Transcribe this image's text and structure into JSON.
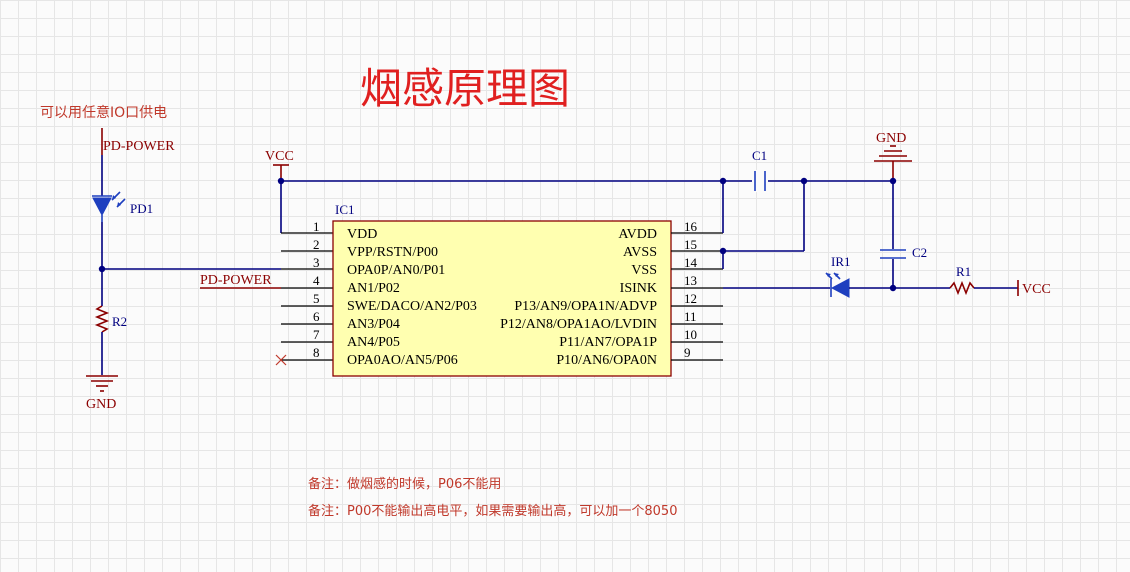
{
  "title": "烟感原理图",
  "left_note": "可以用任意IO口供电",
  "notes": [
    "备注：做烟感的时候，P06不能用",
    "备注：P00不能输出高电平，如果需要输出高，可以加一个8050"
  ],
  "ic": {
    "designator": "IC1",
    "left_pins": [
      {
        "num": "1",
        "name": "VDD"
      },
      {
        "num": "2",
        "name": "VPP/RSTN/P00"
      },
      {
        "num": "3",
        "name": "OPA0P/AN0/P01"
      },
      {
        "num": "4",
        "name": "AN1/P02"
      },
      {
        "num": "5",
        "name": "SWE/DACO/AN2/P03"
      },
      {
        "num": "6",
        "name": "AN3/P04"
      },
      {
        "num": "7",
        "name": "AN4/P05"
      },
      {
        "num": "8",
        "name": "OPA0AO/AN5/P06"
      }
    ],
    "right_pins": [
      {
        "num": "16",
        "name": "AVDD"
      },
      {
        "num": "15",
        "name": "AVSS"
      },
      {
        "num": "14",
        "name": "VSS"
      },
      {
        "num": "13",
        "name": "ISINK"
      },
      {
        "num": "12",
        "name": "P13/AN9/OPA1N/ADVP"
      },
      {
        "num": "11",
        "name": "P12/AN8/OPA1AO/LVDIN"
      },
      {
        "num": "10",
        "name": "P11/AN7/OPA1P"
      },
      {
        "num": "9",
        "name": "P10/AN6/OPA0N"
      }
    ]
  },
  "components": {
    "pd1": "PD1",
    "r2": "R2",
    "c1": "C1",
    "c2": "C2",
    "ir1": "IR1",
    "r1": "R1"
  },
  "nets": {
    "pd_power_top": "PD-POWER",
    "pd_power_pin4": "PD-POWER",
    "gnd_left": "GND",
    "gnd_right": "GND",
    "vcc_top": "VCC",
    "vcc_right": "VCC"
  },
  "colors": {
    "wire": "#000080",
    "ic_fill": "#ffffb0",
    "title": "#e02020",
    "note": "#c0392b",
    "net_label": "#8b0000",
    "diode": "#1e3fbf"
  }
}
